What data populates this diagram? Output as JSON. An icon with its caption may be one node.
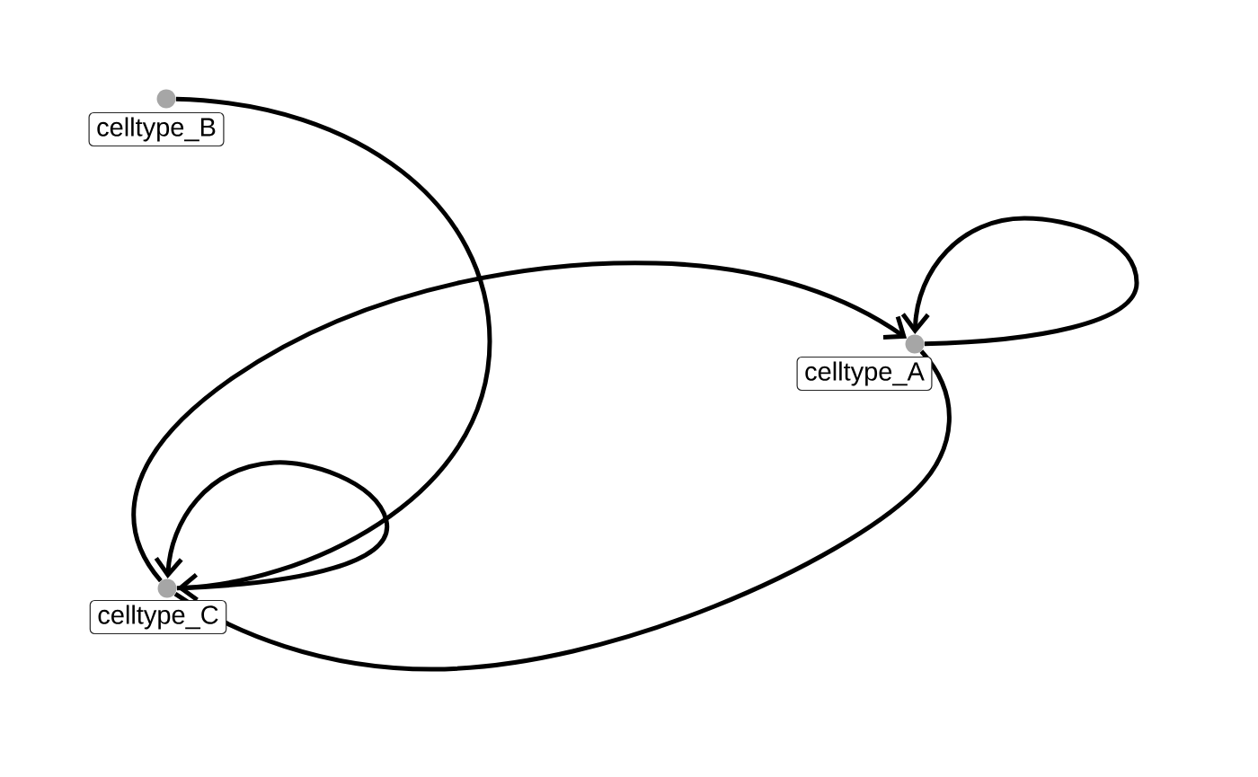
{
  "diagram": {
    "nodes": [
      {
        "text": [],
        "shape": "circle",
        "beside": [
          "celltype_B"
        ]
      },
      {
        "text": [],
        "shape": "circle",
        "beside": [
          "celltype_A"
        ]
      },
      {
        "text": [],
        "shape": "circle",
        "beside": [
          "celltype_C"
        ]
      }
    ],
    "edges": [
      {
        "from": 0,
        "to": 2,
        "arrow": "to"
      },
      {
        "from": 2,
        "to": 2,
        "arrow": "to"
      },
      {
        "from": 2,
        "to": 1,
        "arrow": "to"
      },
      {
        "from": 1,
        "to": 1,
        "arrow": "to"
      },
      {
        "from": 1,
        "to": 2,
        "arrow": "none"
      }
    ]
  }
}
